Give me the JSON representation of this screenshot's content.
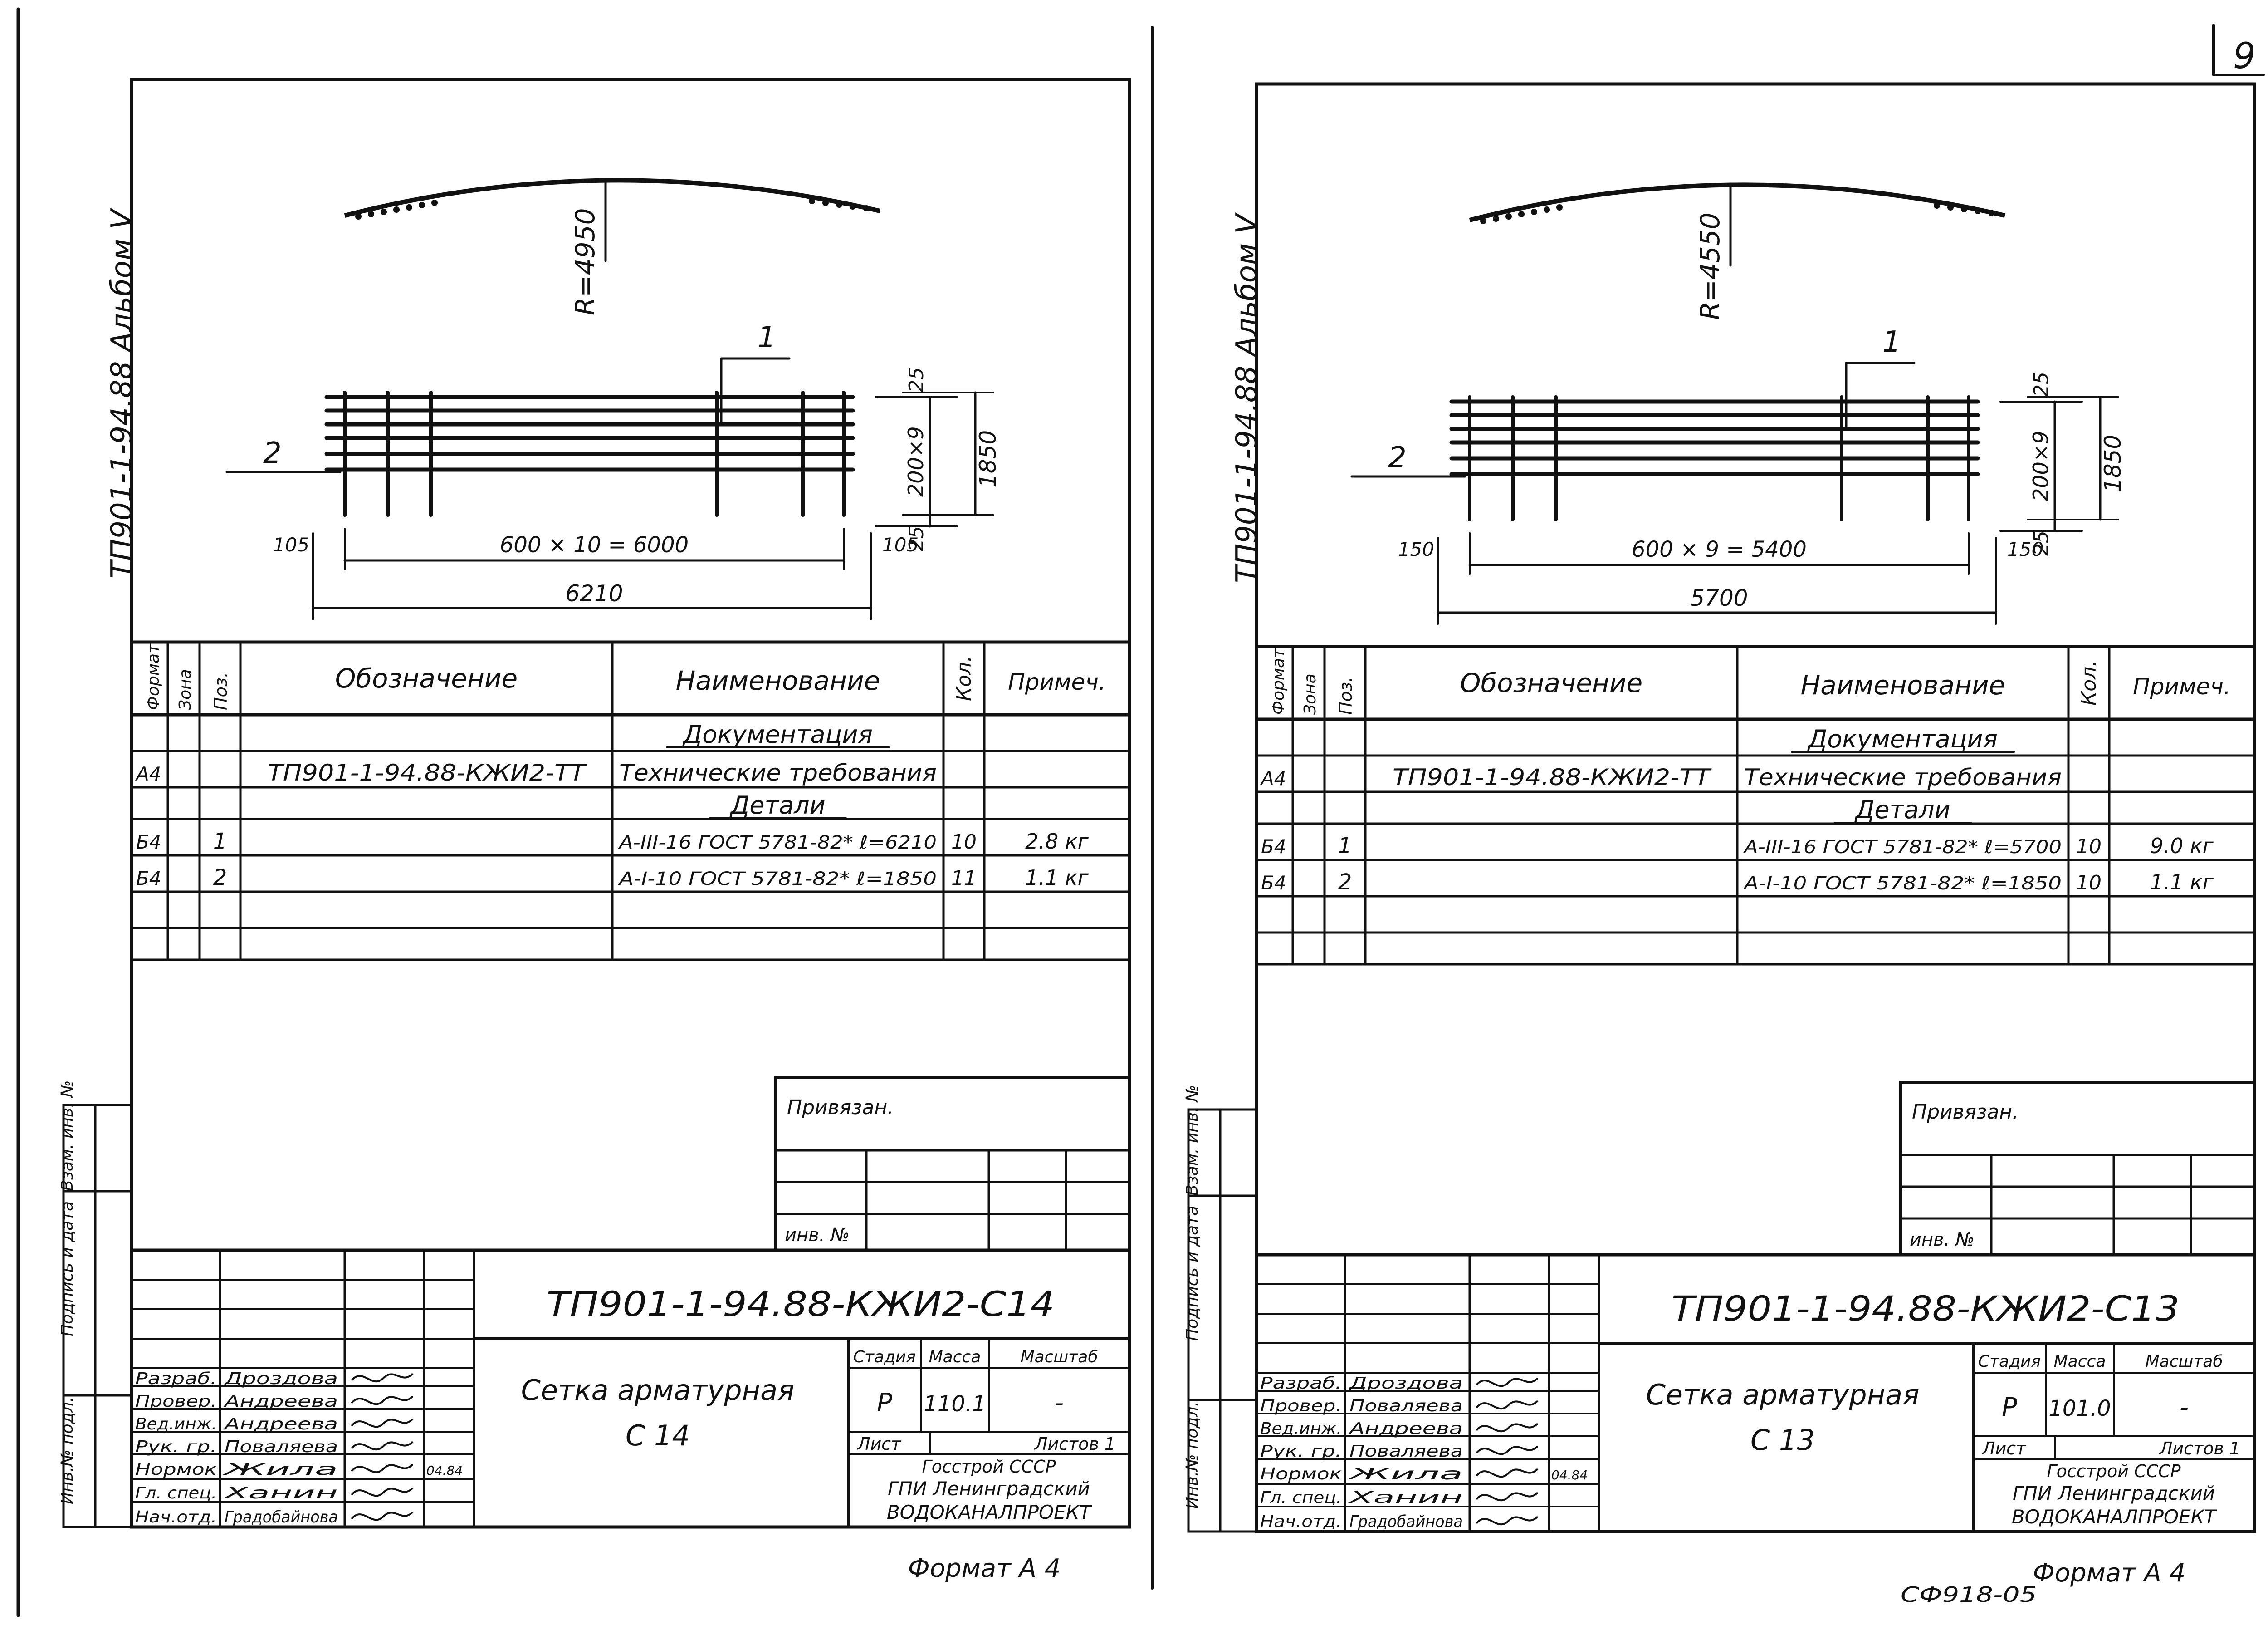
{
  "page_number": "9",
  "footer_code": "СФ918-05",
  "common": {
    "album": "ТП901-1-94.88 Альбом V",
    "format": "Формат А 4",
    "side_labels": [
      "Инв.№ подл.",
      "Подпись и дата",
      "Взам. инв. №"
    ],
    "headers": {
      "format": "Формат",
      "zone": "Зона",
      "pos": "Поз.",
      "designation": "Обозначение",
      "name": "Наименование",
      "qty": "Кол.",
      "note": "Примеч."
    },
    "section_docs": "Документация",
    "section_details": "Детали",
    "doc_row": {
      "format": "А4",
      "designation": "ТП901-1-94.88-КЖИ2-ТТ",
      "name": "Технические требования"
    },
    "bound_label": "Привязан.",
    "inv_label": "инв. №",
    "roles": [
      "Разраб.",
      "Провер.",
      "Вед.инж.",
      "Рук. гр.",
      "Нормок",
      "Гл. спец.",
      "Нач.отд."
    ],
    "stamp": {
      "stage_h": "Стадия",
      "mass_h": "Масса",
      "scale_h": "Масштаб",
      "stage": "Р",
      "scale": "-",
      "sheet": "Лист",
      "sheets": "Листов 1"
    },
    "org": [
      "Госстрой СССР",
      "ГПИ Ленинградский",
      "ВОДОКАНАЛПРОЕКТ"
    ],
    "title_name": "Сетка арматурная",
    "signature_date": "04.84"
  },
  "sheets": [
    {
      "radius": "R=4950",
      "pos_top": "1",
      "pos_side": "2",
      "dim_main": "600 × 10 = 6000",
      "dim_total": "6210",
      "dim_left": "105",
      "dim_right": "105",
      "dim_top": "25",
      "dim_mid": "200×9",
      "dim_bot": "25",
      "dim_side": "1850",
      "rows": [
        {
          "format": "Б4",
          "pos": "1",
          "name": "А-III-16 ГОСТ 5781-82* ℓ=6210",
          "qty": "10",
          "note": "2.8 кг"
        },
        {
          "format": "Б4",
          "pos": "2",
          "name": "А-I-10 ГОСТ 5781-82* ℓ=1850",
          "qty": "11",
          "note": "1.1 кг"
        }
      ],
      "people": [
        "Дроздова",
        "Андреева",
        "Андреева",
        "Поваляева",
        "Жила",
        "Ханин",
        "Градобайнова"
      ],
      "doc_code": "ТП901-1-94.88-КЖИ2-С14",
      "title_code": "С 14",
      "mass": "110.1"
    },
    {
      "radius": "R=4550",
      "pos_top": "1",
      "pos_side": "2",
      "dim_main": "600 × 9 = 5400",
      "dim_total": "5700",
      "dim_left": "150",
      "dim_right": "150",
      "dim_top": "25",
      "dim_mid": "200×9",
      "dim_bot": "25",
      "dim_side": "1850",
      "rows": [
        {
          "format": "Б4",
          "pos": "1",
          "name": "А-III-16 ГОСТ 5781-82* ℓ=5700",
          "qty": "10",
          "note": "9.0 кг"
        },
        {
          "format": "Б4",
          "pos": "2",
          "name": "А-I-10 ГОСТ 5781-82* ℓ=1850",
          "qty": "10",
          "note": "1.1 кг"
        }
      ],
      "people": [
        "Дроздова",
        "Поваляева",
        "Андреева",
        "Поваляева",
        "Жила",
        "Ханин",
        "Градобайнова"
      ],
      "doc_code": "ТП901-1-94.88-КЖИ2-С13",
      "title_code": "С 13",
      "mass": "101.0"
    }
  ]
}
